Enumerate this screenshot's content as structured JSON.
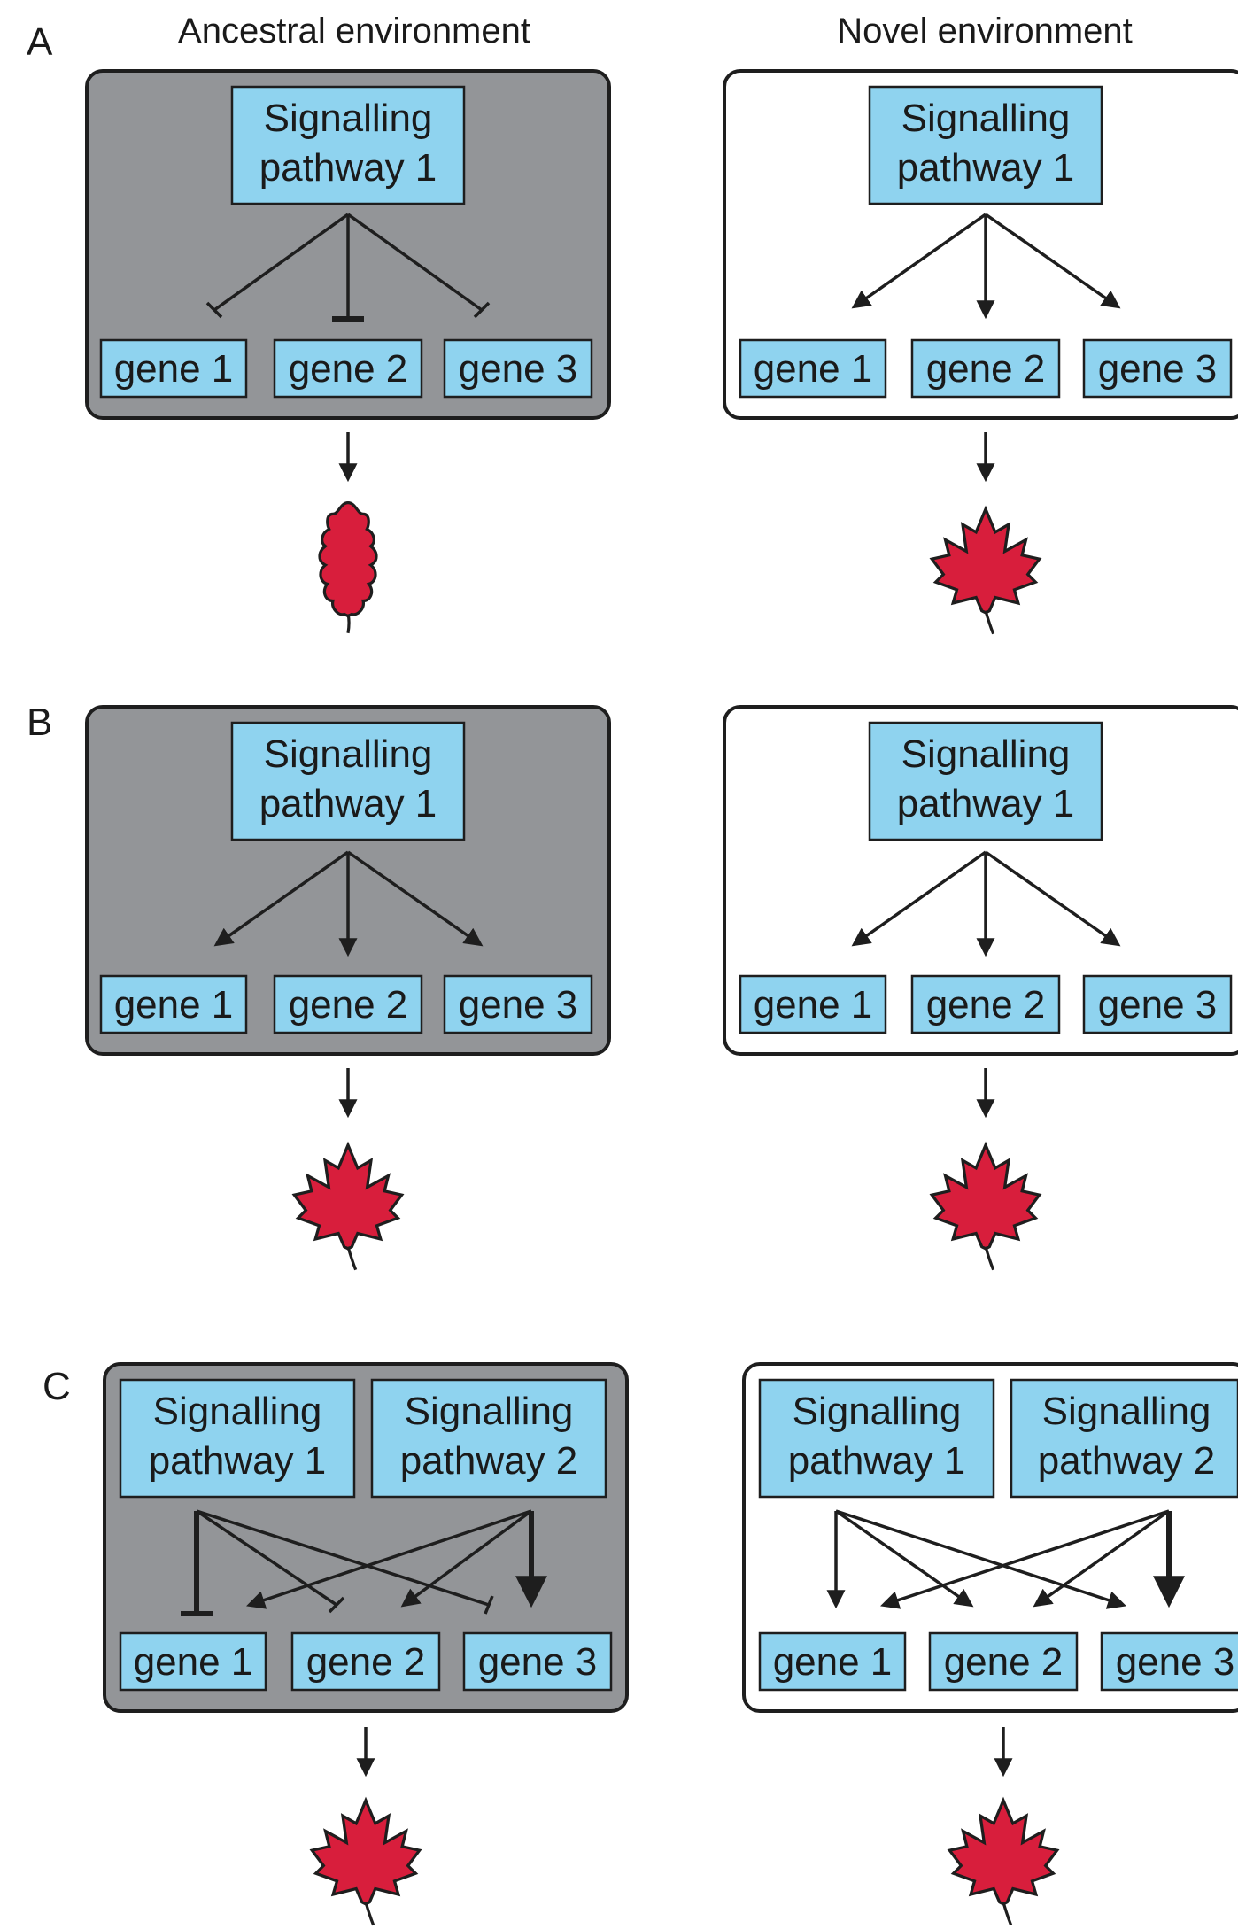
{
  "panel_labels": [
    "A",
    "B",
    "C"
  ],
  "column_headers": {
    "ancestral": "Ancestral environment",
    "novel": "Novel environment"
  },
  "pathway1": {
    "line1": "Signalling",
    "line2": "pathway 1"
  },
  "pathway2": {
    "line1": "Signalling",
    "line2": "pathway 2"
  },
  "genes": [
    "gene 1",
    "gene 2",
    "gene 3"
  ],
  "colors": {
    "ancestral_panel": "#939598",
    "novel_panel": "#ffffff",
    "box_fill": "#8fd3ef",
    "leaf": "#d81e3c"
  },
  "rows": [
    {
      "label": "A",
      "ancestral": {
        "regulation": [
          "repress",
          "repress",
          "repress"
        ],
        "leaf": "oak"
      },
      "novel": {
        "regulation": [
          "activate",
          "activate",
          "activate"
        ],
        "leaf": "maple"
      }
    },
    {
      "label": "B",
      "ancestral": {
        "regulation": [
          "activate",
          "activate",
          "activate"
        ],
        "leaf": "maple"
      },
      "novel": {
        "regulation": [
          "activate",
          "activate",
          "activate"
        ],
        "leaf": "maple"
      }
    },
    {
      "label": "C",
      "ancestral": {
        "pathway1_regulation": [
          "repress",
          "repress",
          "repress"
        ],
        "pathway2_regulation": [
          "activate",
          "activate",
          "activate"
        ],
        "leaf": "maple"
      },
      "novel": {
        "pathway1_regulation": [
          "activate",
          "activate",
          "activate"
        ],
        "pathway2_regulation": [
          "activate",
          "activate",
          "activate"
        ],
        "leaf": "maple"
      }
    }
  ]
}
